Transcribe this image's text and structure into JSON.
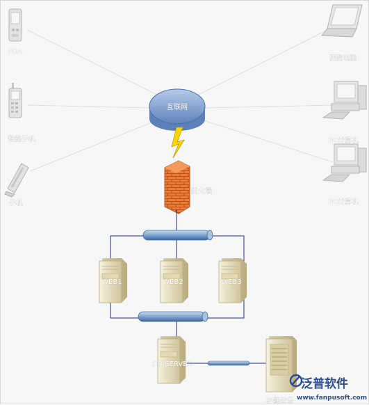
{
  "diagram": {
    "internet": "互联网",
    "firewall": "防火墙",
    "clients_left": [
      "PDA",
      "智能手机",
      "手机"
    ],
    "clients_right": [
      "便携电脑",
      "PC计算机",
      "PC计算机"
    ],
    "web_servers": [
      "WEB1",
      "WEB2",
      "WEB3"
    ],
    "db_server": "DB SERVER",
    "storage": "存储设备"
  },
  "brand": {
    "name": "泛普软件",
    "url": "www.fanpusoft.com",
    "accent_color": "#2c4f92"
  },
  "colors": {
    "globe": "#7c9fd0",
    "firewall": "#e8773a",
    "bus_pipe": "#6f96c4",
    "server": "#e9e1c3",
    "link_line": "#1f2c88"
  }
}
